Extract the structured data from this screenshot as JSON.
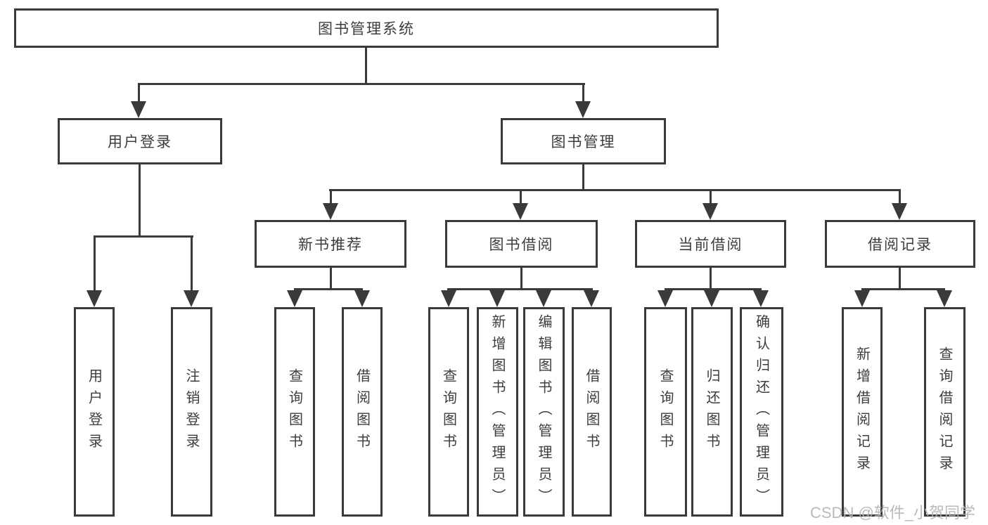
{
  "diagram": {
    "root": {
      "label": "图书管理系统"
    },
    "level1": [
      {
        "label": "用户登录"
      },
      {
        "label": "图书管理"
      }
    ],
    "level2": [
      {
        "label": "新书推荐"
      },
      {
        "label": "图书借阅"
      },
      {
        "label": "当前借阅"
      },
      {
        "label": "借阅记录"
      }
    ],
    "leaves": {
      "user": [
        "用户登录",
        "注销登录"
      ],
      "newbook": [
        "查询图书",
        "借阅图书"
      ],
      "borrow": [
        "查询图书",
        "新增图书（管理员）",
        "编辑图书（管理员）",
        "借阅图书"
      ],
      "current": [
        "查询图书",
        "归还图书",
        "确认归还（管理员）"
      ],
      "records": [
        "新增借阅记录",
        "查询借阅记录"
      ]
    }
  },
  "watermark": "CSDN @软件_小贺同学",
  "colors": {
    "line": "#3a3a3a",
    "text": "#3d3d3d",
    "watermark": "#b3b3b3",
    "background": "#ffffff"
  }
}
